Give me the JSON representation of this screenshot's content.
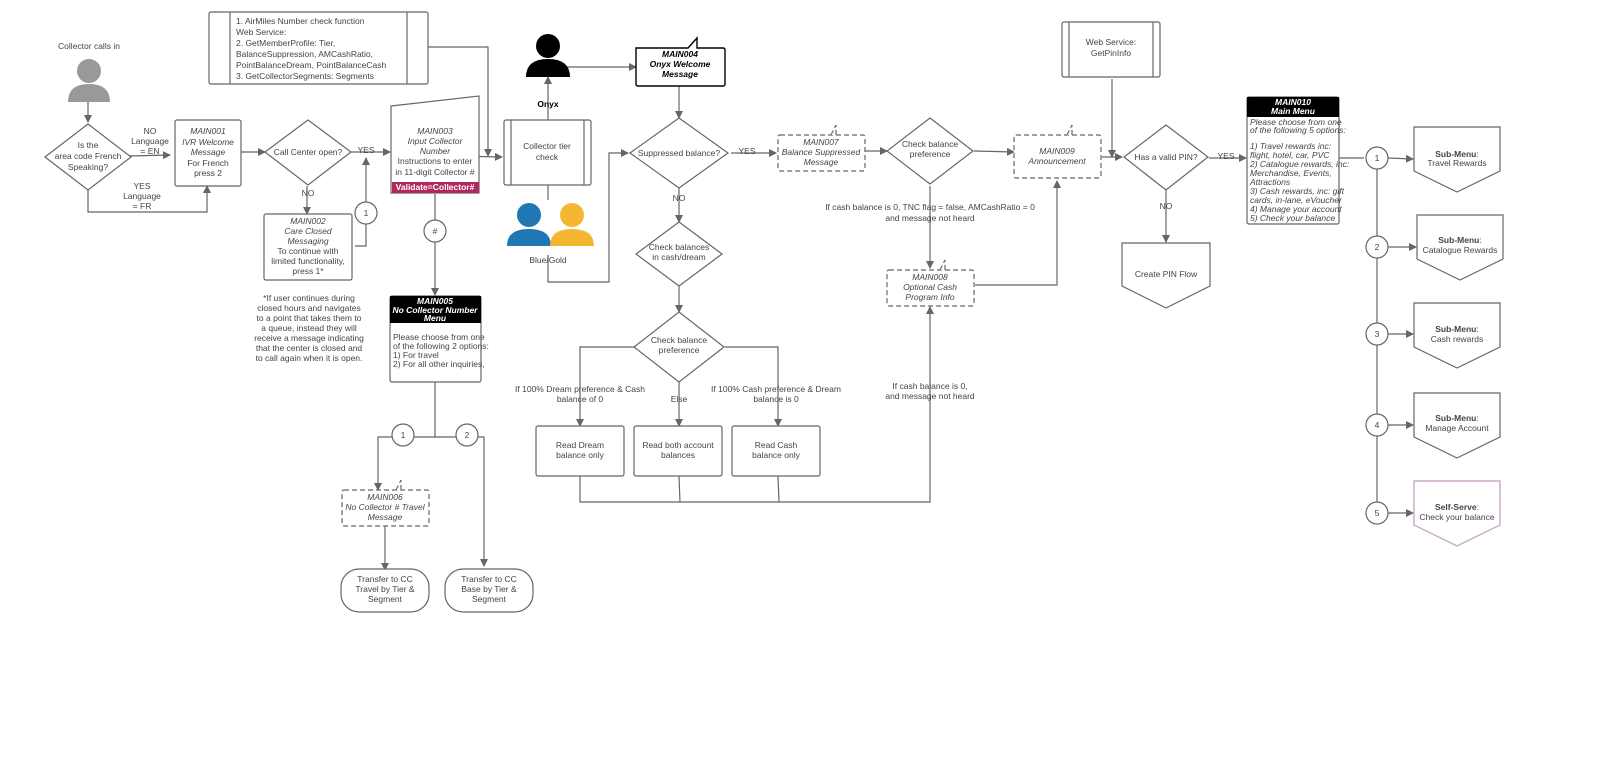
{
  "colors": {
    "line": "#666666",
    "black": "#000000",
    "magenta": "#b0285e",
    "blue": "#1f77b4",
    "gold": "#f5b731",
    "purple": "#c9a9c9",
    "person_gray": "#999999"
  },
  "start": {
    "label": "Collector calls in"
  },
  "french_decision": {
    "lines": [
      "Is the",
      "area code French",
      "Speaking?"
    ]
  },
  "no_en_label": [
    "NO",
    "Language",
    "= EN"
  ],
  "yes_fr_label": [
    "YES",
    "Language",
    "= FR"
  ],
  "main001": {
    "id": "MAIN001",
    "lines": [
      "IVR Welcome",
      "Message"
    ],
    "note": [
      "For French",
      "press 2"
    ]
  },
  "call_center": {
    "label": "Call Center open?"
  },
  "yes1": "YES",
  "no1": "NO",
  "connector_1": "1",
  "main002": {
    "id": "MAIN002",
    "lines": [
      "Care Closed",
      "Messaging"
    ],
    "note": [
      "To continue with",
      "limited functionality,",
      "press 1*"
    ]
  },
  "footnote": [
    "*If user continues during",
    "closed hours and navigates",
    "to a point that takes them to",
    "a queue, instead they will",
    "receive a message indicating",
    "that the center is closed and",
    "to call again when it is open."
  ],
  "webservice_box": {
    "lines": [
      "1. AirMiles Number check function",
      "Web Service:",
      "2. GetMemberProfile: Tier,",
      "BalanceSuppression, AMCashRatio,",
      "PointBalanceDream, PointBalanceCash",
      "3. GetCollectorSegments: Segments"
    ]
  },
  "main003": {
    "id": "MAIN003",
    "lines": [
      "Input Collector",
      "Number"
    ],
    "note": [
      "Instructions to enter",
      "in 11-digit Collector #"
    ],
    "tag": "Validate=Collector#"
  },
  "hash_connector": "#",
  "main005": {
    "id": "MAIN005",
    "title": "No Collector Number",
    "title2": "Menu",
    "body": [
      "Please choose from one",
      "of the following 2 options:",
      "1) For travel",
      "2) For all other inquiries,"
    ]
  },
  "conn_a": "1",
  "conn_b": "2",
  "main006": {
    "id": "MAIN006",
    "lines": [
      "No Collector # Travel",
      "Message"
    ]
  },
  "transfer_travel": [
    "Transfer to CC",
    "Travel by Tier &",
    "Segment"
  ],
  "transfer_base": [
    "Transfer to CC",
    "Base by Tier &",
    "Segment"
  ],
  "collector_tier": [
    "Collector tier",
    "check"
  ],
  "onyx_label": "Onyx",
  "bluegold_label": "Blue/Gold",
  "main004": {
    "id": "MAIN004",
    "lines": [
      "Onyx Welcome",
      "Message"
    ]
  },
  "suppressed": {
    "label": "Suppressed balance?"
  },
  "yes2": "YES",
  "no2": "NO",
  "main007": {
    "id": "MAIN007",
    "lines": [
      "Balance Suppressed",
      "Message"
    ]
  },
  "check_cash_dream": [
    "Check balances",
    "in cash/dream"
  ],
  "check_pref_low": [
    "Check balance",
    "preference"
  ],
  "cond_dream": [
    "If 100% Dream preference & Cash",
    "balance of 0"
  ],
  "cond_else": "Else",
  "cond_cash": [
    "If 100% Cash preference & Dream",
    "balance is 0"
  ],
  "read_dream": [
    "Read Dream",
    "balance only"
  ],
  "read_both": [
    "Read both account",
    "balances"
  ],
  "read_cash": [
    "Read Cash",
    "balance only"
  ],
  "check_pref_top": [
    "Check balance",
    "preference"
  ],
  "cond_tnc": [
    "If cash balance is 0, TNC flag = false, AMCashRatio = 0",
    "and message not heard"
  ],
  "main008": {
    "id": "MAIN008",
    "lines": [
      "Optional Cash",
      "Program Info"
    ]
  },
  "cond_cash0": [
    "If cash balance is 0,",
    "and message not heard"
  ],
  "main009": {
    "id": "MAIN009",
    "lines": [
      "Announcement"
    ]
  },
  "getpin": [
    "Web Service:",
    "GetPinInfo"
  ],
  "valid_pin": {
    "label": "Has a valid PIN?"
  },
  "yes3": "YES",
  "no3": "NO",
  "create_pin": "Create PIN Flow",
  "main010": {
    "id": "MAIN010",
    "title": "Main Menu",
    "body": [
      "Please choose from one",
      "of the following 5 options:",
      "",
      "1) Travel rewards inc:",
      "flight, hotel, car, PVC",
      "2) Catalogue rewards, inc:",
      "Merchandise, Events,",
      "Attractions",
      "3) Cash rewards, inc: gift",
      "cards, in-lane, eVoucher",
      "4) Manage your account",
      "5) Check your balance"
    ]
  },
  "menu_items": [
    {
      "num": "1",
      "bold": "Sub-Menu",
      "sep": ":",
      "sub": "Travel Rewards"
    },
    {
      "num": "2",
      "bold": "Sub-Menu",
      "sep": ":",
      "sub": "Catalogue Rewards"
    },
    {
      "num": "3",
      "bold": "Sub-Menu",
      "sep": ":",
      "sub": "Cash rewards"
    },
    {
      "num": "4",
      "bold": "Sub-Menu",
      "sep": ":",
      "sub": "Manage Account"
    },
    {
      "num": "5",
      "bold": "Self-Serve",
      "sep": ":",
      "sub": "Check your balance"
    }
  ]
}
